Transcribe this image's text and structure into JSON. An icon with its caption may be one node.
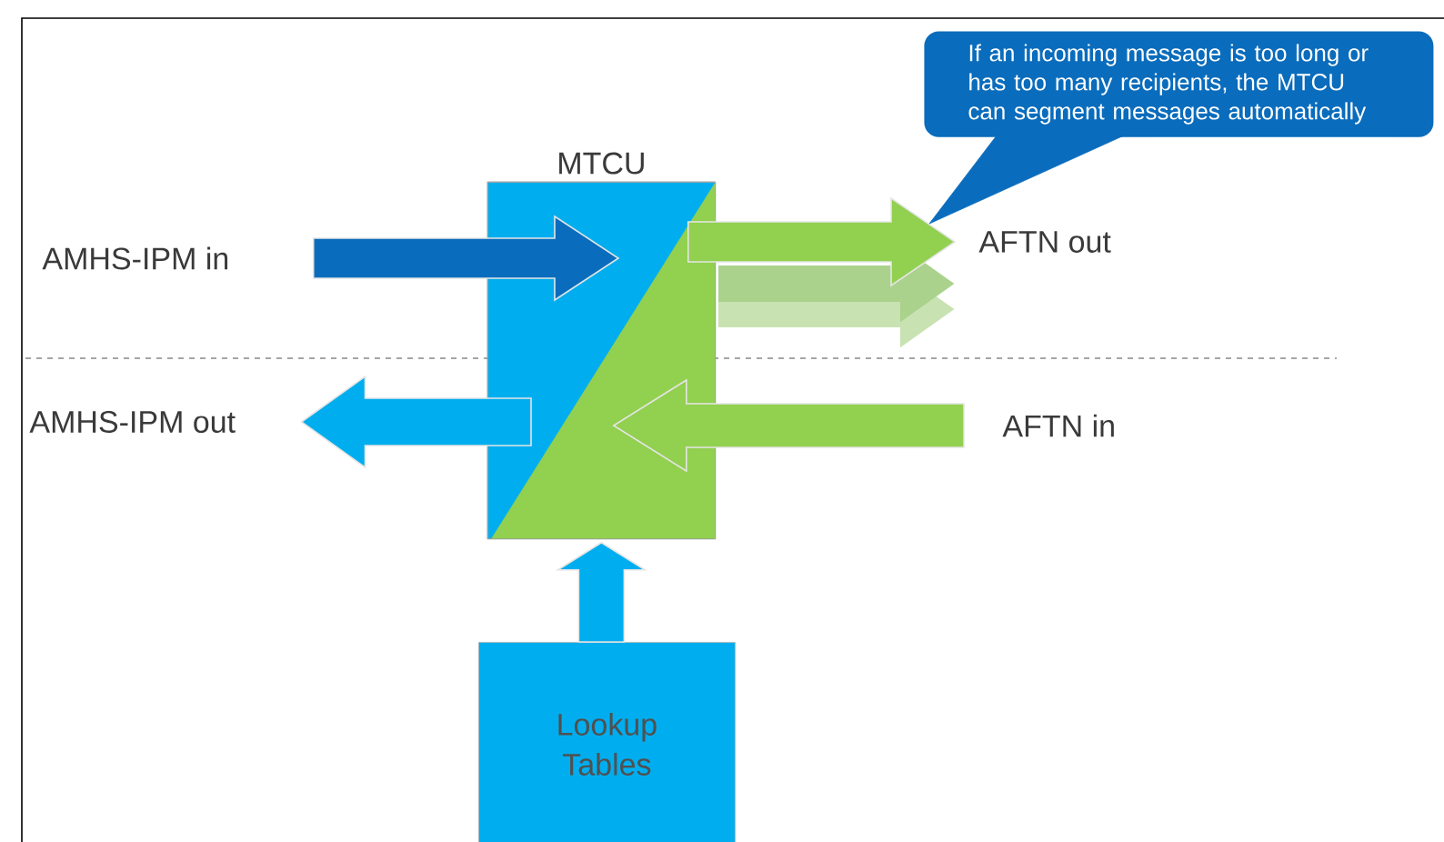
{
  "diagram": {
    "nodes": [
      {
        "text": [
          "MTCU"
        ]
      },
      {
        "text": [
          "AMHS-IPM in"
        ]
      },
      {
        "text": [
          "AMHS-IPM out"
        ]
      },
      {
        "text": [
          "AFTN out"
        ]
      },
      {
        "text": [
          "AFTN in"
        ]
      },
      {
        "text": [
          "Lookup Tables"
        ]
      },
      {
        "text": [
          "If an incoming message is too long or has too many recipients, the MTCU can segment messages automatically"
        ]
      }
    ],
    "edges": [
      {
        "from": 1,
        "to": 0,
        "arrow": "to",
        "color": "#0a6cbc"
      },
      {
        "from": 0,
        "to": 2,
        "arrow": "to",
        "color": "#00aeef"
      },
      {
        "from": 0,
        "to": 3,
        "arrow": "to",
        "color": "#92d050"
      },
      {
        "from": 4,
        "to": 0,
        "arrow": "to",
        "color": "#92d050"
      },
      {
        "from": 5,
        "to": 0,
        "arrow": "to",
        "color": "#00aeef"
      },
      {
        "from": 6,
        "to": 3,
        "arrow": "none",
        "color": "#0a6cbc"
      }
    ]
  }
}
